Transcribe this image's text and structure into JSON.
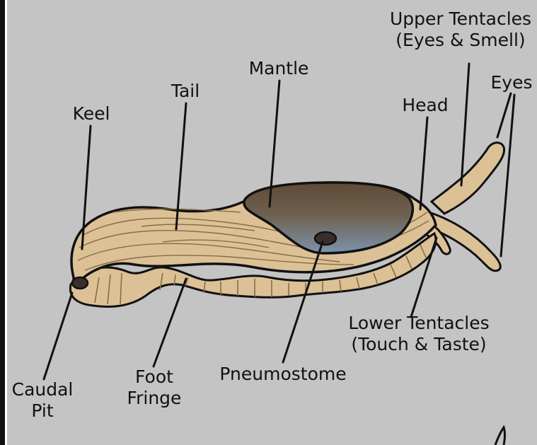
{
  "diagram": {
    "labels": {
      "upper_tentacles": {
        "line1": "Upper Tentacles",
        "line2": "(Eyes & Smell)"
      },
      "eyes": "Eyes",
      "mantle": "Mantle",
      "tail": "Tail",
      "keel": "Keel",
      "head": "Head",
      "lower_tentacles": {
        "line1": "Lower Tentacles",
        "line2": "(Touch & Taste)"
      },
      "caudal_pit": {
        "line1": "Caudal",
        "line2": "Pit"
      },
      "foot_fringe": {
        "line1": "Foot",
        "line2": "Fringe"
      },
      "pneumostome": "Pneumostome"
    },
    "colors": {
      "background": "#c4c4c4",
      "body": "#dcc197",
      "body_stripes": "#8a6c43",
      "mantle_top": "#5f4a35",
      "mantle_bottom": "#7d93aa",
      "outline": "#111111"
    }
  }
}
